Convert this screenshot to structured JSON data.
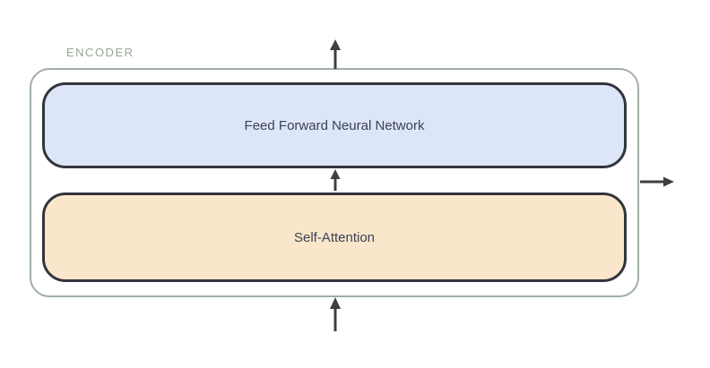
{
  "diagram": {
    "title": "ENCODER",
    "blocks": [
      {
        "id": "ffnn",
        "label": "Feed Forward Neural Network"
      },
      {
        "id": "self_attention",
        "label": "Self-Attention"
      }
    ],
    "arrows": [
      {
        "name": "input-arrow",
        "direction": "up",
        "description": "enters encoder from below"
      },
      {
        "name": "inter-block-arrow",
        "direction": "up",
        "description": "from Self-Attention to Feed Forward Neural Network"
      },
      {
        "name": "output-arrow",
        "direction": "up",
        "description": "exits encoder at top"
      },
      {
        "name": "side-output-arrow",
        "direction": "right",
        "description": "exits encoder at right side"
      }
    ]
  },
  "colors": {
    "background": "#ffffff",
    "encoder_border": "#9fb0a2",
    "encoder_label": "#95a995",
    "block_border": "#33353d",
    "block_text": "#3b4254",
    "ffnn_fill": "#dde6f8",
    "attention_fill": "#fae6cb",
    "arrow": "#3f3f3f"
  }
}
